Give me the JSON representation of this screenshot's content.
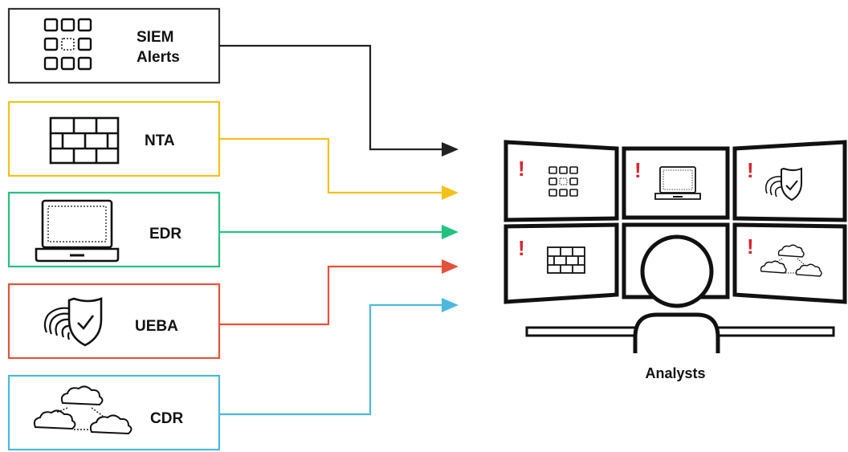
{
  "sources": [
    {
      "id": "siem",
      "lines": [
        "SIEM",
        "Alerts"
      ],
      "color": "#222222",
      "icon": "grid-icon"
    },
    {
      "id": "nta",
      "lines": [
        "NTA"
      ],
      "color": "#f2c21b",
      "icon": "brick-wall-icon"
    },
    {
      "id": "edr",
      "lines": [
        "EDR"
      ],
      "color": "#22c17f",
      "icon": "laptop-icon"
    },
    {
      "id": "ueba",
      "lines": [
        "UEBA"
      ],
      "color": "#e4533c",
      "icon": "fingerprint-shield-icon"
    },
    {
      "id": "cdr",
      "lines": [
        "CDR"
      ],
      "color": "#4ab9dd",
      "icon": "cloud-network-icon"
    }
  ],
  "target": {
    "label": "Analysts",
    "alert_mark": "!",
    "alert_color": "#d6262e"
  }
}
